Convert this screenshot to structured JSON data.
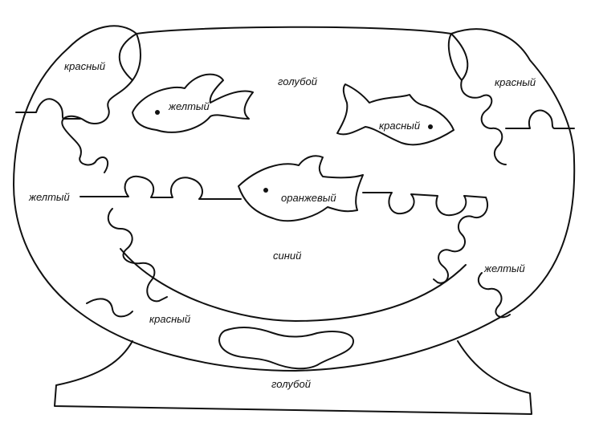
{
  "colors": {
    "stroke": "#111111",
    "background": "#ffffff"
  },
  "labels": {
    "top_left_piece": "красный",
    "water_top": "голубой",
    "top_right_piece": "красный",
    "fish_left": "желтый",
    "fish_right": "красный",
    "left_middle_piece": "желтый",
    "fish_center": "оранжевый",
    "water_bottom": "синий",
    "right_lower_piece": "желтый",
    "bottom_left_piece": "красный",
    "stand": "голубой"
  }
}
